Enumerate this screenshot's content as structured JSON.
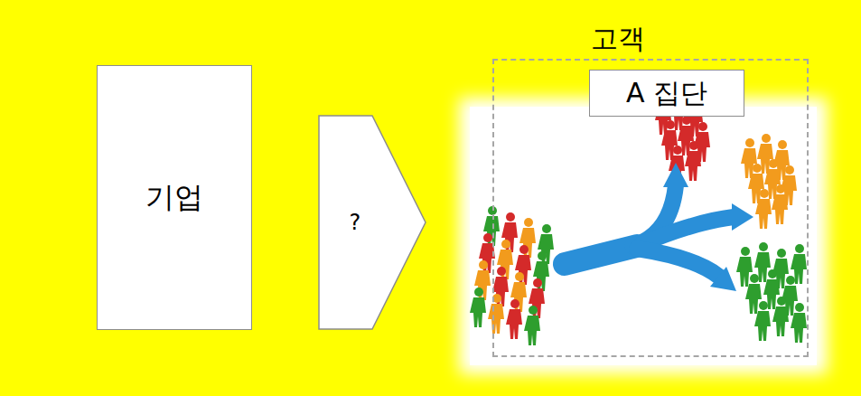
{
  "diagram": {
    "nodes": [
      {
        "text": [
          "기업"
        ]
      },
      {
        "text": [
          "?"
        ]
      },
      {
        "text": [
          "고객"
        ]
      },
      {
        "text": [
          "A 집단"
        ],
        "in": 2
      }
    ]
  }
}
